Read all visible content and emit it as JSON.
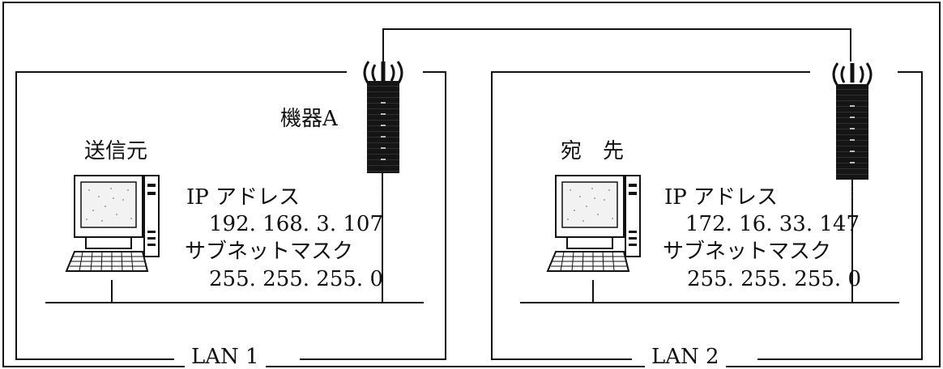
{
  "device_label": "機器A",
  "source": {
    "heading": "送信元",
    "ip_label": "IP アドレス",
    "ip_value": "192. 168. 3. 107",
    "mask_label": "サブネットマスク",
    "mask_value": "255. 255. 255. 0",
    "lan_label": "LAN 1"
  },
  "destination": {
    "heading": "宛　先",
    "ip_label": "IP アドレス",
    "ip_value": "172. 16. 33. 147",
    "mask_label": "サブネットマスク",
    "mask_value": "255. 255. 255. 0",
    "lan_label": "LAN 2"
  },
  "icons": {
    "antenna": "wireless-antenna-icon",
    "router": "router-icon",
    "computer": "desktop-computer-icon"
  }
}
